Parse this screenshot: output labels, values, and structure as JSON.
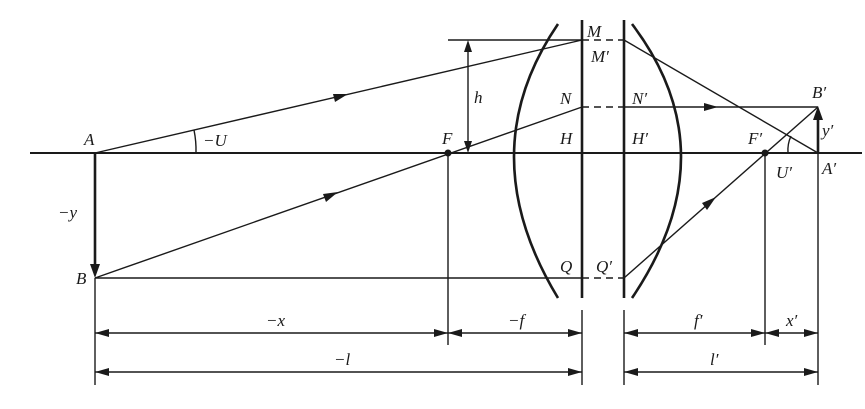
{
  "labels": {
    "A": "A",
    "A_prime": "A′",
    "B": "B",
    "B_prime": "B′",
    "F": "F",
    "F_prime": "F′",
    "H": "H",
    "H_prime": "H′",
    "M": "M",
    "M_prime": "M′",
    "N": "N",
    "N_prime": "N′",
    "Q": "Q",
    "Q_prime": "Q′",
    "minus_U": "−U",
    "U_prime": "U′",
    "h": "h",
    "minus_y": "−y",
    "y_prime": "y′"
  },
  "dimensions": {
    "minus_x": "−x",
    "minus_f": "−f",
    "f_prime": "f′",
    "x_prime": "x′",
    "minus_l": "−l",
    "l_prime": "l′"
  }
}
